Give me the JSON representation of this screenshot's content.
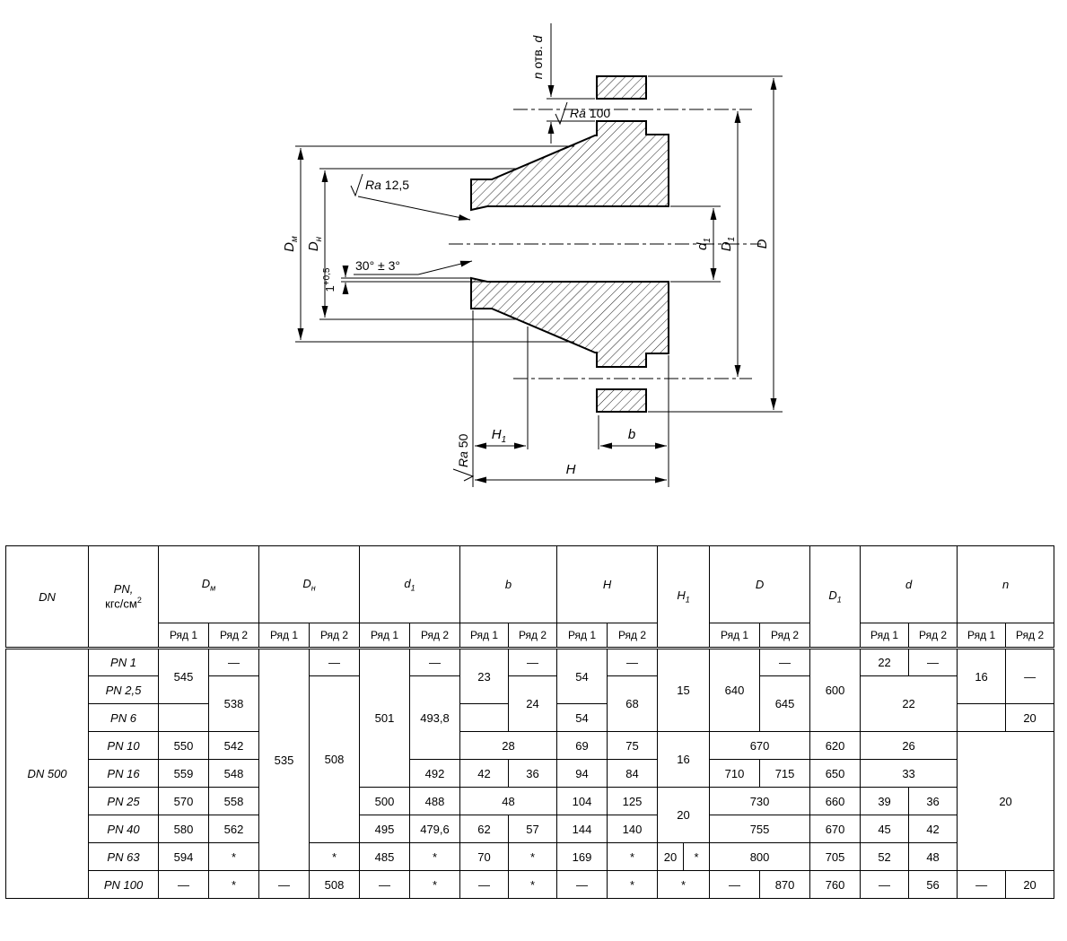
{
  "drawing": {
    "labels": {
      "D": "D",
      "b": "b",
      "H": "H",
      "H1_base": "H",
      "H1_sub": "1",
      "Dm_base": "D",
      "Dm_sub": "м",
      "Dn_base": "D",
      "Dn_sub": "н",
      "d1_base": "d",
      "d1_sub": "1",
      "D1_base": "D",
      "D1_sub": "1",
      "n_holes_n": "n",
      "n_holes_mid": " отв. ",
      "n_holes_d": "d",
      "ra100_name": "Ra",
      "ra100_val": " 100",
      "ra125_name": "Ra",
      "ra125_val": " 12,5",
      "ra50_name": "Ra",
      "ra50_val": " 50",
      "angle": "30° ± 3°",
      "chamfer_base": "1",
      "chamfer_sup": "+0,5"
    }
  },
  "table": {
    "headers": {
      "dn": "DN",
      "pn_base": "PN,",
      "pn_unit": "кгс/см",
      "pn_sup": "2",
      "dm_base": "D",
      "dm_sub": "м",
      "dn2_base": "D",
      "dn2_sub": "н",
      "d1_base": "d",
      "d1_sub": "1",
      "b": "b",
      "h": "H",
      "h1_base": "H",
      "h1_sub": "1",
      "d_big": "D",
      "dbig1_base": "D",
      "dbig1_sub": "1",
      "d_small": "d",
      "n": "n",
      "series1": "Ряд 1",
      "series2": "Ряд 2"
    },
    "rows": [
      {
        "cells": [
          {
            "t": "DN 500",
            "rs": 9,
            "cls": "lbl"
          },
          {
            "t": "PN 1",
            "cls": "pn"
          },
          {
            "t": "545",
            "rs": 2
          },
          {
            "t": "—"
          },
          {
            "t": "535",
            "rs": 8
          },
          {
            "t": "—"
          },
          {
            "t": "501",
            "rs": 5
          },
          {
            "t": "—"
          },
          {
            "t": "23",
            "rs": 2
          },
          {
            "t": "—"
          },
          {
            "t": "54",
            "rs": 2
          },
          {
            "t": "—"
          },
          {
            "t": "15",
            "rs": 3,
            "cs": 2
          },
          {
            "t": "640",
            "rs": 3
          },
          {
            "t": "—"
          },
          {
            "t": "600",
            "rs": 3
          },
          {
            "t": "22"
          },
          {
            "t": "—"
          },
          {
            "t": "16",
            "rs": 2
          },
          {
            "t": "—",
            "rs": 2
          }
        ]
      },
      {
        "cells": [
          {
            "t": "PN 2,5",
            "cls": "pn"
          },
          {
            "t": "538",
            "rs": 2
          },
          {
            "t": "508",
            "rs": 6
          },
          {
            "t": "493,8",
            "rs": 3
          },
          {
            "t": "24",
            "rs": 2
          },
          {
            "t": "68",
            "rs": 2
          },
          {
            "t": "645",
            "rs": 2
          },
          {
            "t": "22",
            "rs": 2,
            "cs": 2
          }
        ]
      },
      {
        "cells": [
          {
            "t": "PN 6",
            "cls": "pn"
          },
          {
            "t": ""
          },
          {
            "t": ""
          },
          {
            "t": "54"
          },
          {
            "t": ""
          },
          {
            "t": "20"
          }
        ]
      },
      {
        "cells": [
          {
            "t": "PN 10",
            "cls": "pn"
          },
          {
            "t": "550"
          },
          {
            "t": "542"
          },
          {
            "t": "28",
            "cs": 2
          },
          {
            "t": "69"
          },
          {
            "t": "75"
          },
          {
            "t": "16",
            "rs": 2,
            "cs": 2
          },
          {
            "t": "670",
            "cs": 2
          },
          {
            "t": "620"
          },
          {
            "t": "26",
            "cs": 2
          },
          {
            "t": "20",
            "rs": 5,
            "cs": 2
          }
        ]
      },
      {
        "cells": [
          {
            "t": "PN 16",
            "cls": "pn"
          },
          {
            "t": "559"
          },
          {
            "t": "548"
          },
          {
            "t": "492"
          },
          {
            "t": "42"
          },
          {
            "t": "36"
          },
          {
            "t": "94"
          },
          {
            "t": "84"
          },
          {
            "t": "710"
          },
          {
            "t": "715"
          },
          {
            "t": "650"
          },
          {
            "t": "33",
            "cs": 2
          }
        ]
      },
      {
        "cells": [
          {
            "t": "PN 25",
            "cls": "pn"
          },
          {
            "t": "570"
          },
          {
            "t": "558"
          },
          {
            "t": "500"
          },
          {
            "t": "488"
          },
          {
            "t": "48",
            "cs": 2
          },
          {
            "t": "104"
          },
          {
            "t": "125"
          },
          {
            "t": "20",
            "rs": 2,
            "cs": 2
          },
          {
            "t": "730",
            "cs": 2
          },
          {
            "t": "660"
          },
          {
            "t": "39"
          },
          {
            "t": "36"
          }
        ]
      },
      {
        "cells": [
          {
            "t": "PN 40",
            "cls": "pn"
          },
          {
            "t": "580"
          },
          {
            "t": "562"
          },
          {
            "t": "495"
          },
          {
            "t": "479,6"
          },
          {
            "t": "62"
          },
          {
            "t": "57"
          },
          {
            "t": "144"
          },
          {
            "t": "140"
          },
          {
            "t": "755",
            "cs": 2
          },
          {
            "t": "670"
          },
          {
            "t": "45"
          },
          {
            "t": "42"
          }
        ]
      },
      {
        "cells": [
          {
            "t": "PN 63",
            "cls": "pn"
          },
          {
            "t": "594"
          },
          {
            "t": "*"
          },
          {
            "t": "*"
          },
          {
            "t": "485"
          },
          {
            "t": "*"
          },
          {
            "t": "70"
          },
          {
            "t": "*"
          },
          {
            "t": "169"
          },
          {
            "t": "*"
          },
          {
            "t": "20"
          },
          {
            "t": "*"
          },
          {
            "t": "800",
            "cs": 2
          },
          {
            "t": "705"
          },
          {
            "t": "52"
          },
          {
            "t": "48"
          }
        ]
      },
      {
        "cells": [
          {
            "t": "PN 100",
            "cls": "pn"
          },
          {
            "t": "—"
          },
          {
            "t": "*"
          },
          {
            "t": "—"
          },
          {
            "t": "508"
          },
          {
            "t": "—"
          },
          {
            "t": "*"
          },
          {
            "t": "—"
          },
          {
            "t": "*"
          },
          {
            "t": "—"
          },
          {
            "t": "*"
          },
          {
            "t": "*",
            "cs": 2
          },
          {
            "t": "—"
          },
          {
            "t": "870"
          },
          {
            "t": "760"
          },
          {
            "t": "—"
          },
          {
            "t": "56"
          },
          {
            "t": "—"
          },
          {
            "t": "20"
          }
        ]
      }
    ]
  }
}
